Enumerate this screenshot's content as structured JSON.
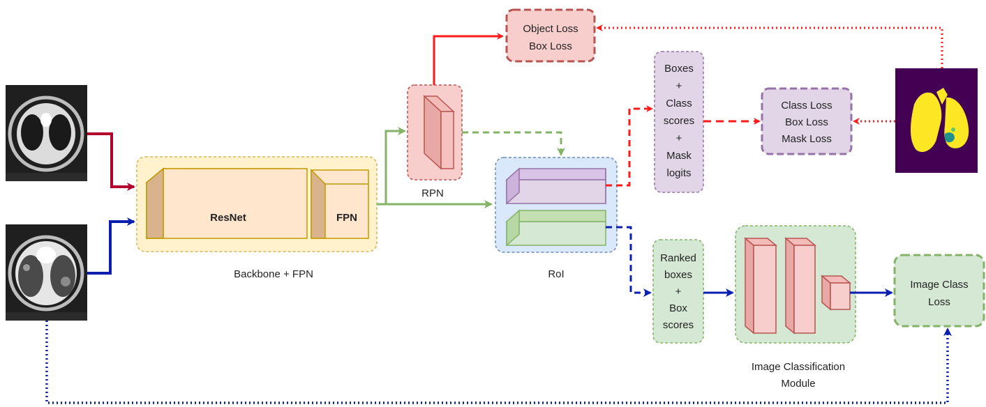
{
  "boxes": {
    "object_loss": [
      "Object Loss",
      "Box Loss"
    ],
    "boxes_scores": [
      "Boxes",
      "+",
      "Class",
      "scores",
      "+",
      "Mask",
      "logits"
    ],
    "class_loss": [
      "Class Loss",
      "Box Loss",
      "Mask Loss"
    ],
    "ranked_boxes": [
      "Ranked",
      "boxes",
      "+",
      "Box",
      "scores"
    ],
    "image_class_loss": [
      "Image Class",
      "Loss"
    ]
  },
  "blocks": {
    "resnet": "ResNet",
    "fpn": "FPN"
  },
  "labels": {
    "backbone": "Backbone + FPN",
    "rpn": "RPN",
    "roi": "RoI",
    "icm": [
      "Image Classification",
      "Module"
    ]
  },
  "colors": {
    "red_path": "#b3002d",
    "blue_path": "#0a1fb0",
    "green_path": "#82b366",
    "rpn_loss": "#ff2020",
    "mask_purple": "#440154",
    "mask_yellow": "#fde725"
  }
}
